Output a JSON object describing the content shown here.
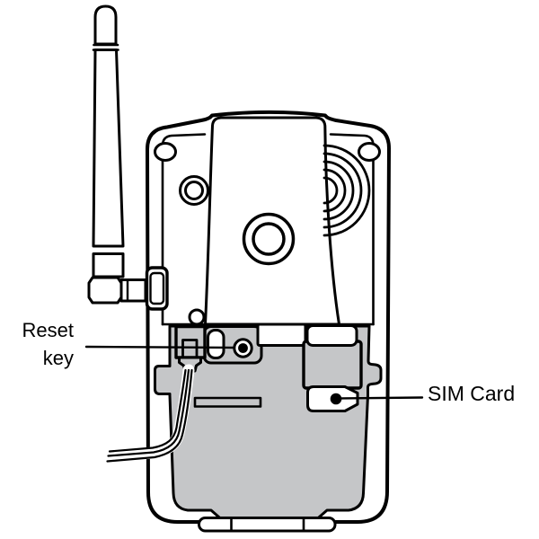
{
  "figure": {
    "colors": {
      "line": "#000000",
      "compartment_fill": "#c5c6c8",
      "background": "#ffffff"
    }
  },
  "labels": {
    "reset_key": {
      "line1": "Reset",
      "line2": "key"
    },
    "sim_card": {
      "text": "SIM Card"
    }
  }
}
